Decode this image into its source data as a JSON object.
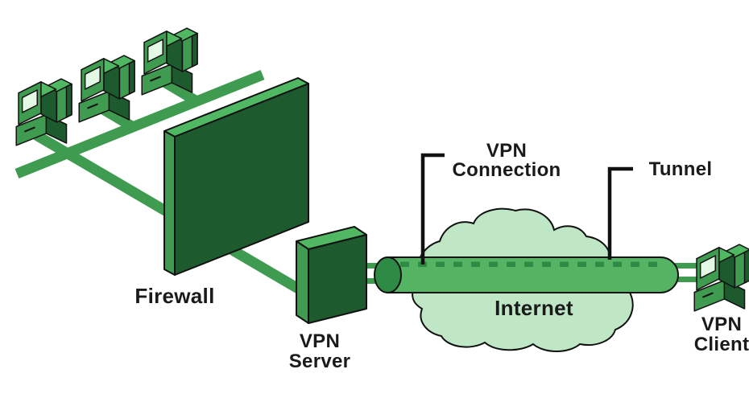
{
  "diagram": {
    "title_hint": "VPN network diagram",
    "labels": {
      "firewall": "Firewall",
      "vpn_server_line1": "VPN",
      "vpn_server_line2": "Server",
      "internet": "Internet",
      "vpn_connection_line1": "VPN",
      "vpn_connection_line2": "Connection",
      "tunnel": "Tunnel",
      "vpn_client_line1": "VPN",
      "vpn_client_line2": "Client"
    },
    "colors": {
      "medium_green": "#3E9B50",
      "light_green": "#50B862",
      "dark_green": "#1D5B2F",
      "tunnel_green": "#54B464",
      "dash_green": "#2E8B45",
      "cloud_green": "#BFE7C6",
      "screen_green": "#E4F8E6",
      "outline": "#111111",
      "text": "#1A1A1A",
      "background": "#FFFFFF"
    }
  }
}
